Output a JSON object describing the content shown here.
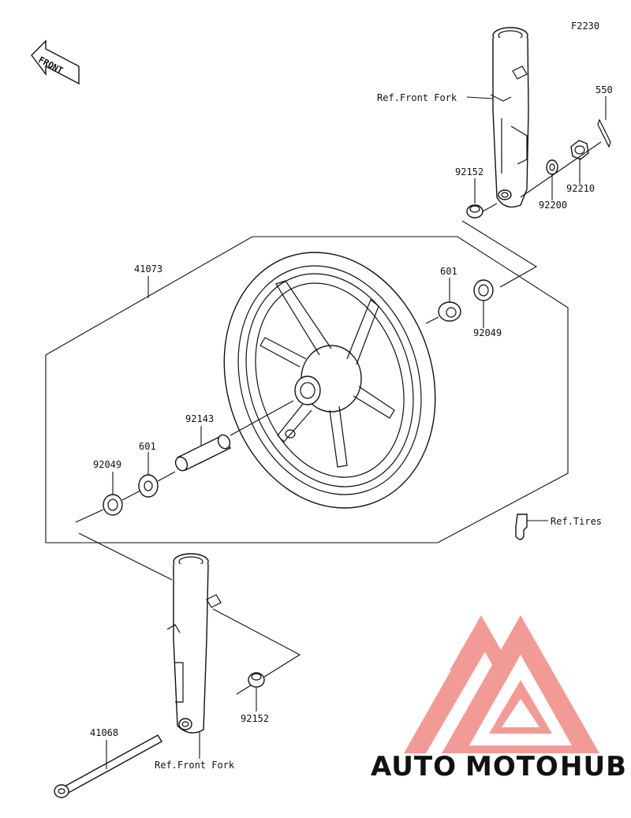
{
  "diagram": {
    "code": "F2230",
    "front_arrow": "FRONT",
    "labels": {
      "ref_front_fork_top": "Ref.Front Fork",
      "ref_front_fork_bottom": "Ref.Front Fork",
      "ref_tires": "Ref.Tires",
      "p550": "550",
      "p92152_top": "92152",
      "p92200": "92200",
      "p92210": "92210",
      "p41073": "41073",
      "p601_right": "601",
      "p92049_right": "92049",
      "p92143": "92143",
      "p601_left": "601",
      "p92049_left": "92049",
      "p92152_bottom": "92152",
      "p41068": "41068"
    }
  },
  "watermark": {
    "part1": "AUTO",
    "part2": "MOTO",
    "part3": "HUB",
    "color_primary": "#f08a84",
    "color_secondary": "#f5b942",
    "color_dark": "#333333"
  }
}
